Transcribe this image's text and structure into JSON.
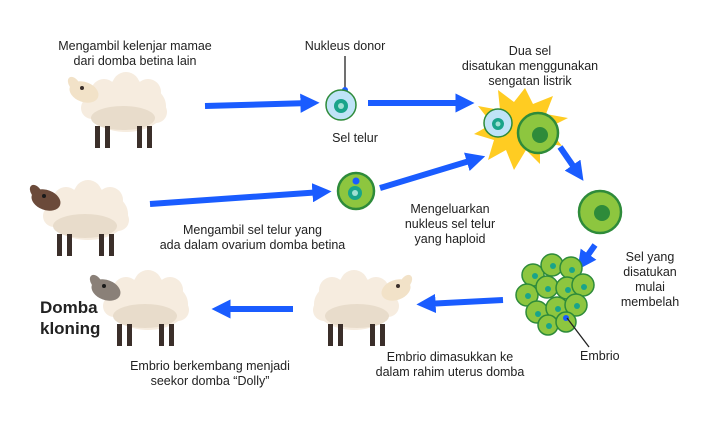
{
  "labels": {
    "step1": [
      "Mengambil kelenjar mamae",
      "dari domba betina lain"
    ],
    "nukleus_donor": "Nukleus donor",
    "step3": [
      "Dua sel",
      "disatukan menggunakan",
      "sengatan listrik"
    ],
    "sel_telur": "Sel telur",
    "step2": [
      "Mengambil sel telur yang",
      "ada dalam ovarium domba betina"
    ],
    "enucleate": [
      "Mengeluarkan",
      "nukleus sel telur",
      "yang haploid"
    ],
    "divide": [
      "Sel yang",
      "disatukan",
      "mulai",
      "membelah"
    ],
    "embrio": "Embrio",
    "implant": [
      "Embrio dimasukkan ke",
      "dalam rahim uterus domba"
    ],
    "result": [
      "Embrio berkembang menjadi",
      "seekor domba “Dolly”"
    ],
    "domba_kloning": [
      "Domba",
      "kloning"
    ]
  },
  "colors": {
    "arrow": "#1a5cff",
    "egg_green": "#8dc63f",
    "egg_dark": "#2e8b3a",
    "nucleus_teal": "#19a48a",
    "donor_blue": "#bfe3f7",
    "spark": "#ffcc22",
    "wool": "#f6ecdf",
    "wool_shade": "#e8dccb",
    "face_light": "#f2e2c8",
    "face_dark": "#6b4a3a",
    "face_grey": "#8a8078",
    "legs": "#3b2f2a"
  },
  "icons": {
    "sheep": "sheep-icon",
    "donor_cell": "donor-cell-icon",
    "egg_cell": "egg-cell-icon",
    "fusion": "fusion-spark-icon",
    "embryo": "embryo-cluster-icon"
  }
}
